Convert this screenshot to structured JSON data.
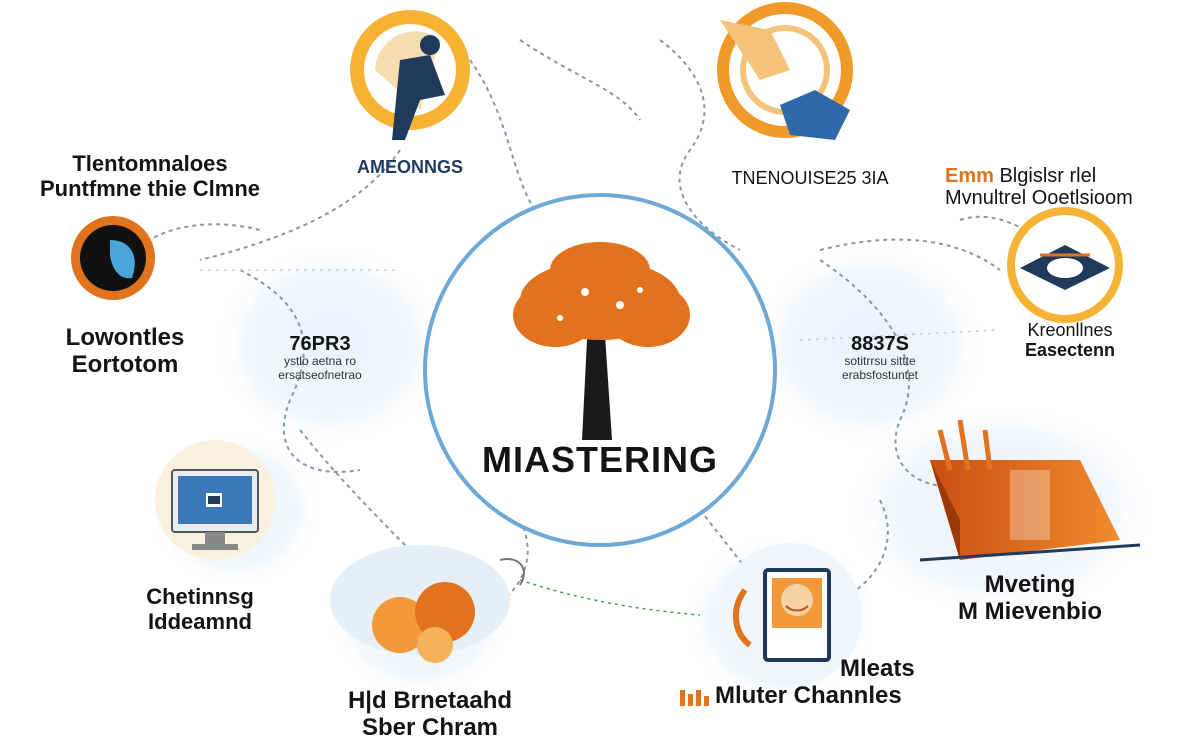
{
  "center": {
    "title": "MIASTERING"
  },
  "nodes": {
    "top_left": {
      "label": "AMEONNGS"
    },
    "top_right": {
      "label": "TNENOUISE25 3IA"
    },
    "left_title": {
      "line1": "Tlentomnaloes",
      "line2": "Puntfmne thie Clmne"
    },
    "left_icon": {
      "line1": "Lowontles",
      "line2": "Eortotom"
    },
    "left_stat": {
      "value": "76PR3",
      "line1": "ystlo aetna ro",
      "line2": "ersatseofnetrao"
    },
    "right_stat": {
      "value": "8837S",
      "line1": "sotitrrsu sittte",
      "line2": "erabsfostuntet"
    },
    "right_title": {
      "accent": "Emm",
      "line1_rest": "Blgislsr rlel",
      "line2": "Mvnultrel Ooetlsioom"
    },
    "right_icon": {
      "line1": "Kreonllnes",
      "line2": "Easectenn"
    },
    "lower_left": {
      "line1": "Chetinnsg",
      "line2": "Iddeamnd"
    },
    "lower_right": {
      "line1": "Mveting",
      "line2": "M Mievenbio"
    },
    "bottom_center": {
      "line1": "H|d Brnetaahd",
      "line2": "Sber Chram"
    },
    "bottom_right": {
      "line1": "Mleats",
      "line2": "Mluter Channles"
    }
  },
  "colors": {
    "accent_orange": "#e2731e",
    "ring_blue": "#6ea8d6",
    "navy": "#1f3a5c",
    "dash": "#8a96a8"
  }
}
